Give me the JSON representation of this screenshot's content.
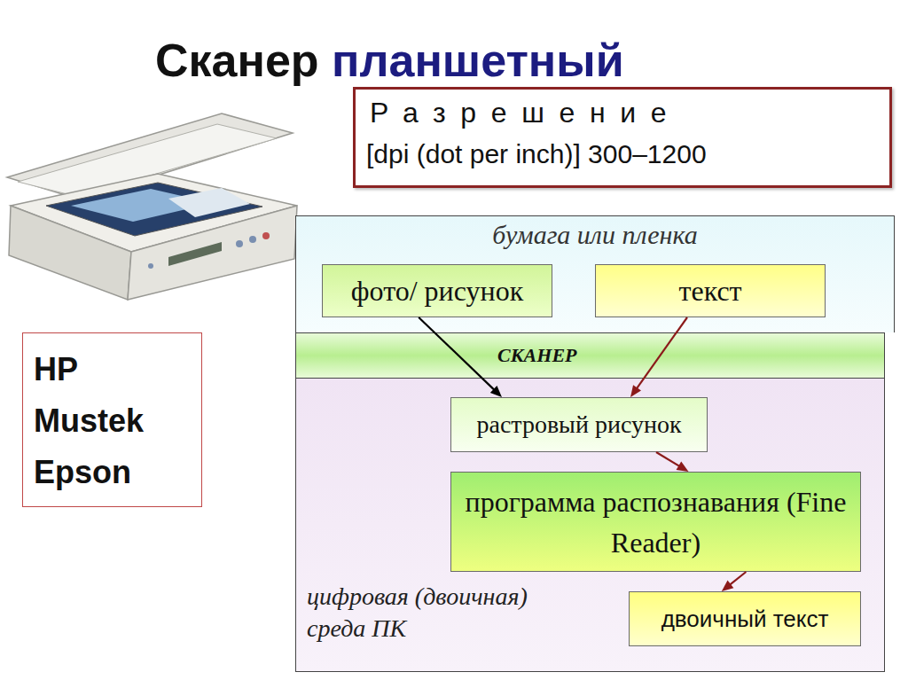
{
  "diagram": {
    "title": "Сканер планшетный",
    "nodes": [
      {
        "text": [
          "Разрешение",
          "[dpi (dot per inch)] 300–1200"
        ]
      },
      {
        "text": [
          "HP Mustek Epson"
        ]
      },
      {
        "text": [
          "бумага или пленка"
        ]
      },
      {
        "text": [
          "фото/ рисунок"
        ],
        "in": 2
      },
      {
        "text": [
          "текст"
        ],
        "in": 2
      },
      {
        "text": [
          "СКАНЕР"
        ]
      },
      {
        "text": [
          "цифровая (двоичная) среда ПК"
        ]
      },
      {
        "text": [
          "растровый рисунок"
        ],
        "in": 6
      },
      {
        "text": [
          "программа распознавания (Fine Reader)"
        ],
        "in": 6
      },
      {
        "text": [
          "двоичный текст"
        ],
        "in": 6
      }
    ],
    "edges": [
      {
        "from": 3,
        "to": 7,
        "arrow": "to"
      },
      {
        "from": 4,
        "to": 7,
        "arrow": "to"
      },
      {
        "from": 7,
        "to": 8,
        "arrow": "to"
      },
      {
        "from": 8,
        "to": 9,
        "arrow": "to"
      }
    ]
  }
}
